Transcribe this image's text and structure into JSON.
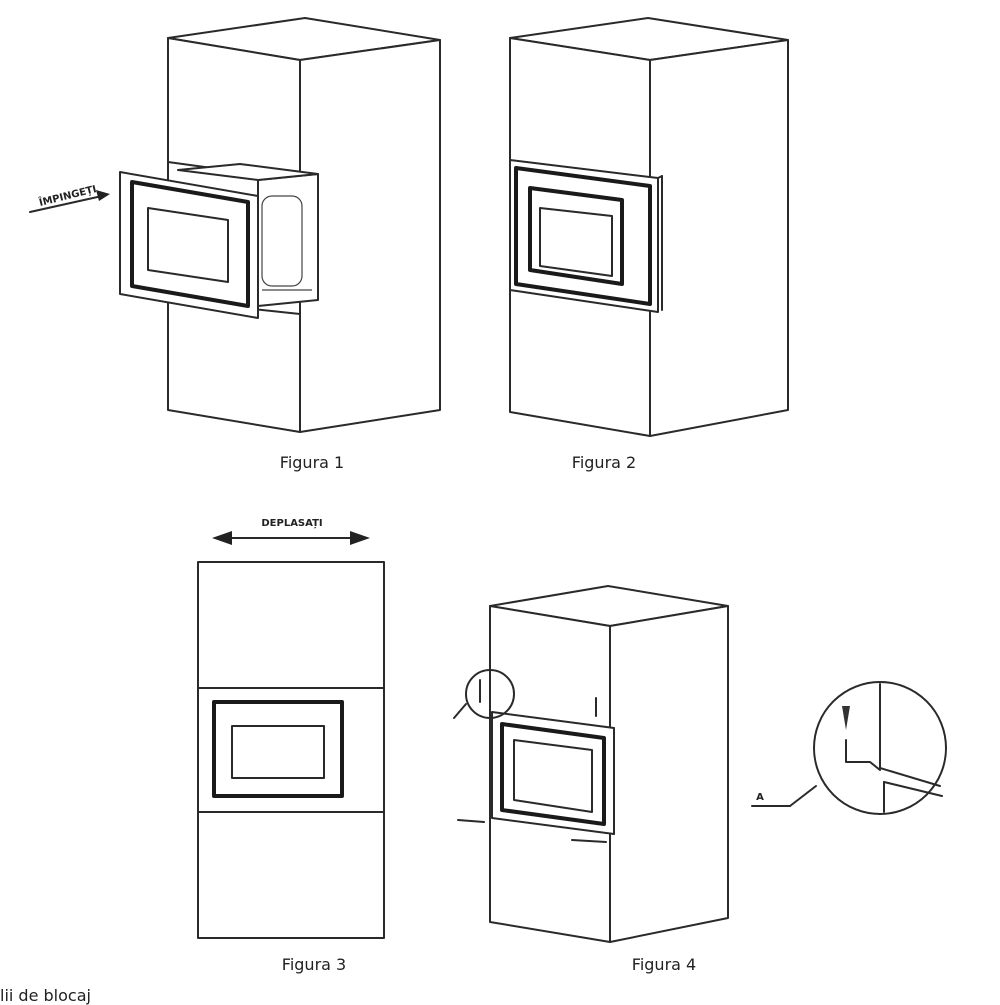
{
  "figures": [
    {
      "caption": "Figura 1",
      "annotation": "ÎMPINGEȚI"
    },
    {
      "caption": "Figura 2"
    },
    {
      "caption": "Figura 3",
      "annotation": "DEPLASAȚI"
    },
    {
      "caption": "Figura 4",
      "detail_label": "A"
    }
  ],
  "bottom_text": "lii de blocaj"
}
